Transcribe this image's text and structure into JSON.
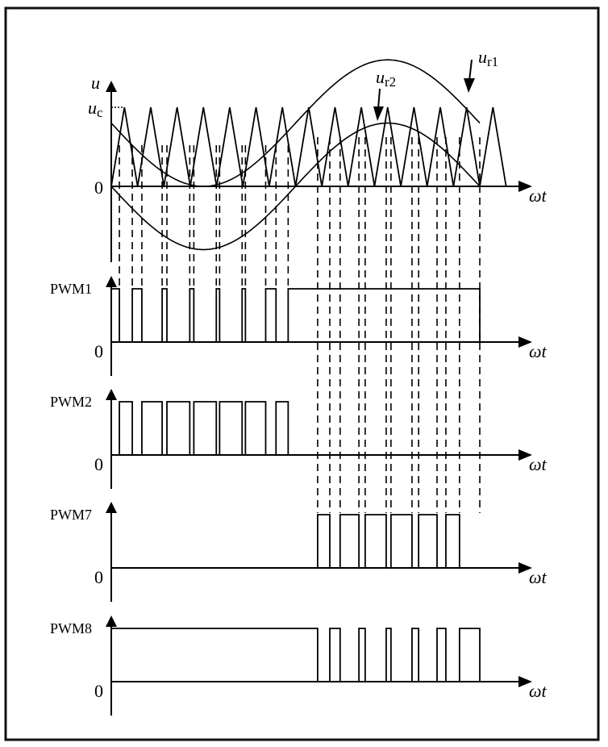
{
  "diagram": {
    "title": "",
    "top_plot": {
      "y_axis_label": "u",
      "carrier_label": "u",
      "carrier_subscript": "c",
      "ref1_label": "u",
      "ref1_subscript": "r1",
      "ref2_label": "u",
      "ref2_subscript": "r2",
      "zero_label": "0",
      "x_axis_label": "ωt",
      "carrier_periods": 15,
      "carrier_peak": 1.0,
      "reference_shape": "sine over one full period (0..2π)",
      "ref2_amplitude_ratio": 0.8,
      "ref1_offset_ratio": 0.8
    },
    "pwm_rows": [
      {
        "name": "PWM1",
        "zero_label": "0",
        "x_axis_label": "ωt",
        "pulses": [
          [
            0.0,
            0.022
          ],
          [
            0.057,
            0.083
          ],
          [
            0.138,
            0.151
          ],
          [
            0.213,
            0.224
          ],
          [
            0.285,
            0.294
          ],
          [
            0.355,
            0.364
          ],
          [
            0.419,
            0.447
          ],
          [
            0.48,
            1.0
          ]
        ]
      },
      {
        "name": "PWM2",
        "zero_label": "0",
        "x_axis_label": "ωt",
        "pulses": [
          [
            0.022,
            0.057
          ],
          [
            0.083,
            0.138
          ],
          [
            0.151,
            0.213
          ],
          [
            0.224,
            0.285
          ],
          [
            0.294,
            0.355
          ],
          [
            0.364,
            0.419
          ],
          [
            0.447,
            0.48
          ]
        ]
      },
      {
        "name": "PWM7",
        "zero_label": "0",
        "x_axis_label": "ωt",
        "pulses": [
          [
            0.56,
            0.593
          ],
          [
            0.621,
            0.672
          ],
          [
            0.689,
            0.746
          ],
          [
            0.759,
            0.816
          ],
          [
            0.834,
            0.884
          ],
          [
            0.908,
            0.945
          ]
        ]
      },
      {
        "name": "PWM8",
        "zero_label": "0",
        "x_axis_label": "ωt",
        "pulses": [
          [
            0.0,
            0.56
          ],
          [
            0.593,
            0.621
          ],
          [
            0.672,
            0.689
          ],
          [
            0.746,
            0.759
          ],
          [
            0.816,
            0.834
          ],
          [
            0.884,
            0.908
          ],
          [
            0.945,
            1.0
          ]
        ]
      }
    ],
    "switching_instants": {
      "first_half": [
        0.022,
        0.057,
        0.083,
        0.138,
        0.151,
        0.213,
        0.224,
        0.285,
        0.294,
        0.355,
        0.364,
        0.419,
        0.447,
        0.48
      ],
      "second_half": [
        0.56,
        0.593,
        0.621,
        0.672,
        0.689,
        0.746,
        0.759,
        0.816,
        0.834,
        0.884,
        0.908,
        0.945,
        1.0
      ]
    }
  }
}
